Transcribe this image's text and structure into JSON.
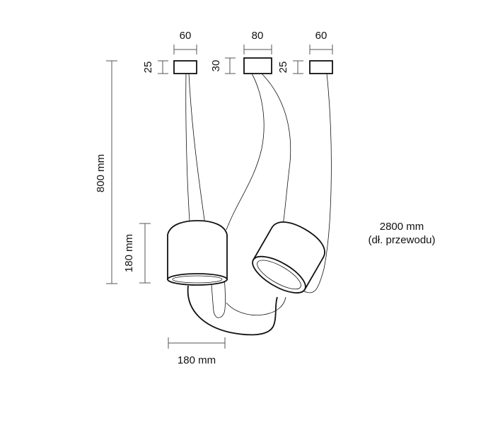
{
  "canopies": {
    "left": {
      "width": "60",
      "height": "25"
    },
    "middle": {
      "width": "80",
      "height": "30"
    },
    "right": {
      "width": "60",
      "height": "25"
    }
  },
  "dimensions": {
    "total_height": "800 mm",
    "lamp_height": "180 mm",
    "lamp_diameter": "180 mm"
  },
  "cable_note": {
    "length": "2800 mm",
    "description": "(dł. przewodu)"
  }
}
